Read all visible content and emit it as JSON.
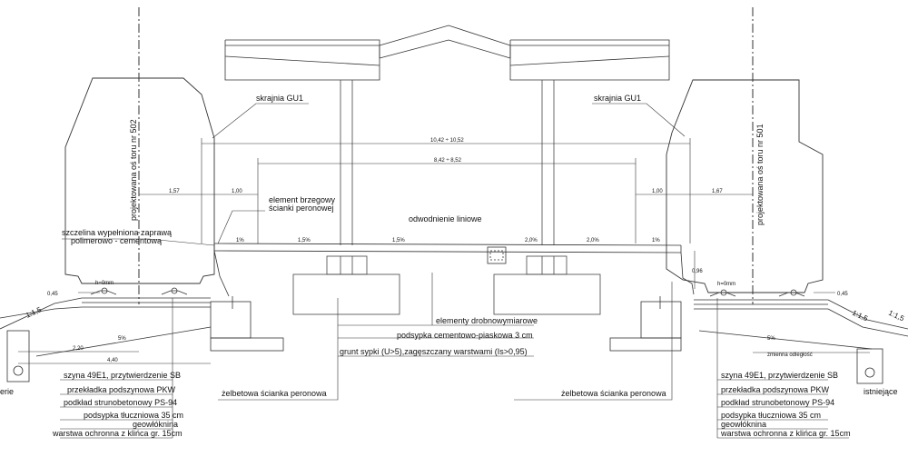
{
  "labels": {
    "skrajnia_left": "skrajnia GU1",
    "skrajnia_right": "skrajnia GU1",
    "axis_left": "projektowana oś toru nr 502",
    "axis_right": "projektowana oś toru nr 501",
    "element_brzegowy_1": "element brzegowy",
    "element_brzegowy_2": "ścianki peronowej",
    "szczelina_1": "szczelina wypełniona zaprawą",
    "szczelina_2": "polimerowo - cementową",
    "odwodnienie": "odwodnienie liniowe",
    "h0_left": "h=0mm",
    "h0_right": "h=0mm",
    "elementy": "elementy drobnowymiarowe",
    "podsypka_cem": "podsypka cementowo-piaskowa 3 cm",
    "grunt": "grunt sypki (U>5),zagęszczany warstwami (Is>0,95)",
    "zelbet_left": "żelbetowa ścianka peronowa",
    "zelbet_right": "żelbetowa ścianka peronowa",
    "zmienna": "zmienna odległość",
    "istniejace": "istniejące",
    "erie": "erie"
  },
  "dimensions": {
    "top_total": "10,42 ÷ 10,52",
    "inner": "8,42 ÷ 8,52",
    "d157_left": "1,57",
    "d100_left": "1,00",
    "d100_right": "1,00",
    "d167_right": "1,67",
    "d045_left": "0,45",
    "d045_right": "0,45",
    "d096": "0,96",
    "d220": "2,20",
    "d440": "4,40"
  },
  "slopes": {
    "s1": "1%",
    "s2": "1,5%",
    "s3": "1,5%",
    "s4": "2,0%",
    "s5": "2,0%",
    "s6": "1%",
    "ground_left": "5%",
    "ground_right": "5%",
    "embank_left": "1:1,5",
    "embank_right1": "1:1,5",
    "embank_right2": "1:1,5"
  },
  "layers_left": [
    "szyna 49E1, przytwierdzenie SB",
    "przekładka podszynowa PKW",
    "podkład strunobetonowy PS-94",
    "podsypka tłuczniowa 35 cm",
    "geowłóknina",
    "warstwa ochronna z klińca gr. 15cm"
  ],
  "layers_right": [
    "szyna 49E1, przytwierdzenie SB",
    "przekładka podszynowa PKW",
    "podkład strunobetonowy PS-94",
    "podsypka tłuczniowa 35 cm",
    "geowłóknina",
    "warstwa ochronna z klińca gr. 15cm"
  ]
}
